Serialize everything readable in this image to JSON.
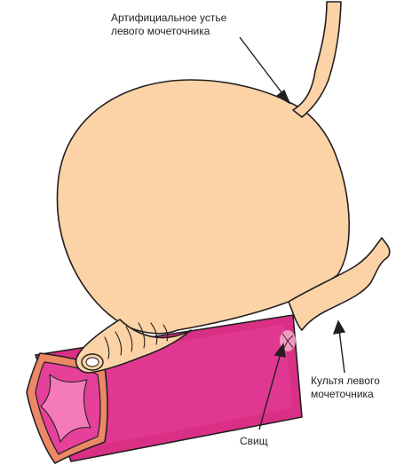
{
  "labels": {
    "artificial_orifice": {
      "line1": "Артифициальное устье",
      "line2": "левого мочеточника"
    },
    "ureter_stump": {
      "line1": "Культя левого",
      "line2": "мочеточника"
    },
    "fistula": "Свищ"
  },
  "colors": {
    "bladder_fill": "#fbd3a6",
    "outline": "#231f20",
    "rectum_fill": "#e4368e",
    "rectum_dark": "#d42a82",
    "rectum_rim": "#ee8a6a",
    "lumen_fill": "#f47aba"
  }
}
